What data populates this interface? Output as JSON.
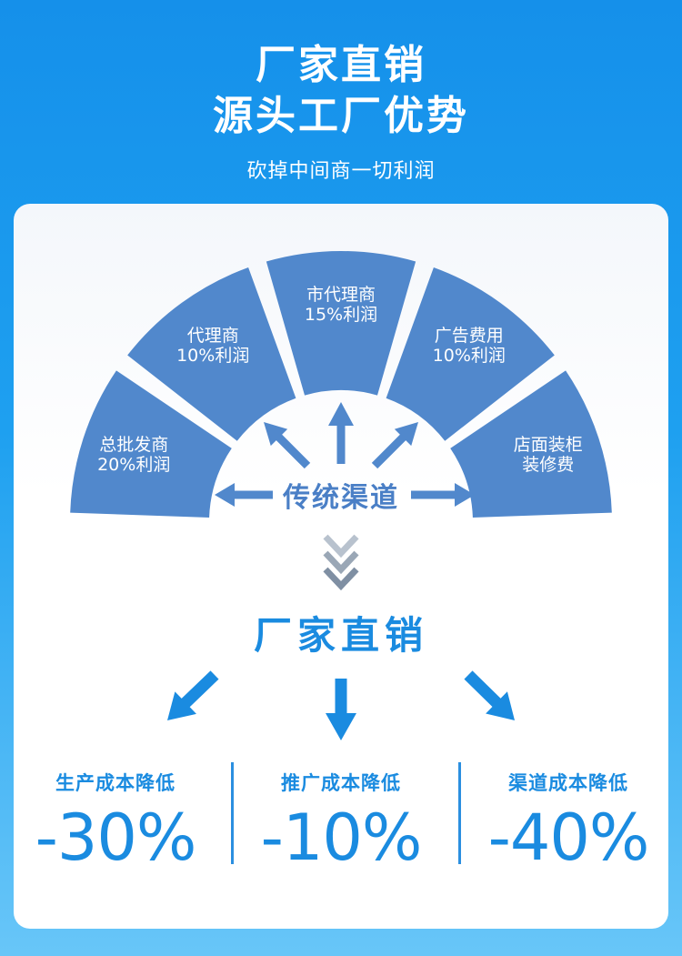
{
  "header": {
    "title_line1": "厂家直销",
    "title_line2": "源头工厂优势",
    "subtitle": "砍掉中间商一切利润"
  },
  "fan": {
    "segments": [
      {
        "line1": "总批发商",
        "line2": "20%利润"
      },
      {
        "line1": "代理商",
        "line2": "10%利润"
      },
      {
        "line1": "市代理商",
        "line2": "15%利润"
      },
      {
        "line1": "广告费用",
        "line2": "10%利润"
      },
      {
        "line1": "店面装柜",
        "line2": "装修费"
      }
    ],
    "center_label": "传统渠道",
    "color": "#5188cc"
  },
  "direct": {
    "heading": "厂家直销"
  },
  "stats": [
    {
      "label": "生产成本降低",
      "value": "-30%"
    },
    {
      "label": "推广成本降低",
      "value": "-10%"
    },
    {
      "label": "渠道成本降低",
      "value": "-40%"
    }
  ],
  "colors": {
    "accent": "#1a8be0",
    "fan": "#5188cc",
    "arrow": "#1a8be0"
  }
}
